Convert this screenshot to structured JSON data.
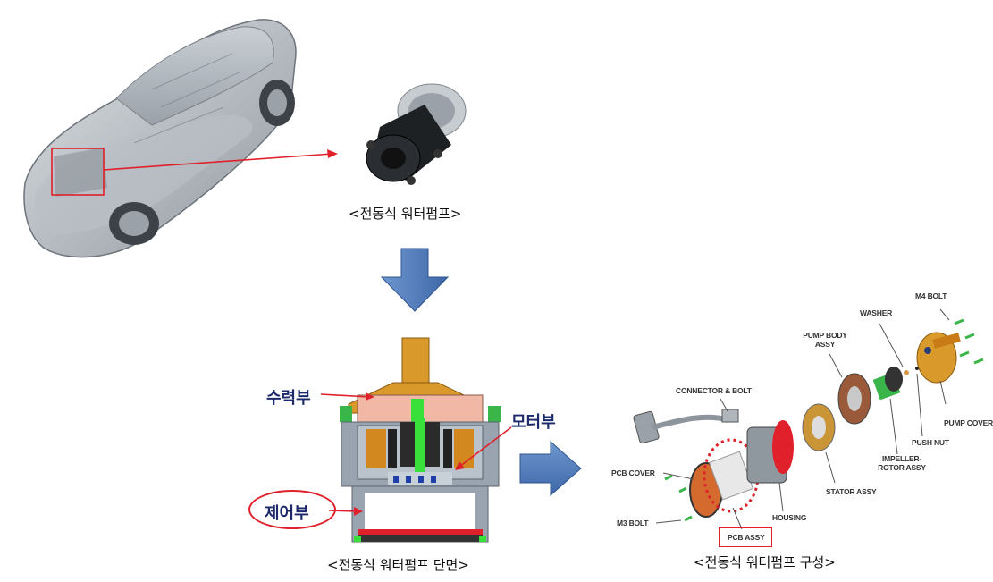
{
  "captions": {
    "pump": "<전동식 워터펌프>",
    "section": "<전동식 워터펌프 단면>",
    "composition": "<전동식 워터펌프 구성>"
  },
  "section_labels": {
    "hydraulic": "수력부",
    "motor": "모터부",
    "control": "제어부"
  },
  "parts": {
    "m4_bolt": "M4 BOLT",
    "washer": "WASHER",
    "pump_body": "PUMP BODY ASSY",
    "connector": "CONNECTOR & BOLT",
    "pump_cover": "PUMP COVER",
    "push_nut": "PUSH NUT",
    "impeller": "IMPELLER-ROTOR ASSY",
    "pcb_cover": "PCB COVER",
    "stator": "STATOR ASSY",
    "housing": "HOUSING",
    "m3_bolt": "M3 BOLT",
    "pcb_assy": "PCB ASSY"
  },
  "colors": {
    "arrow_blue": "#4a78b8",
    "highlight_red": "#e0202a",
    "label_navy": "#1c2a6b"
  }
}
